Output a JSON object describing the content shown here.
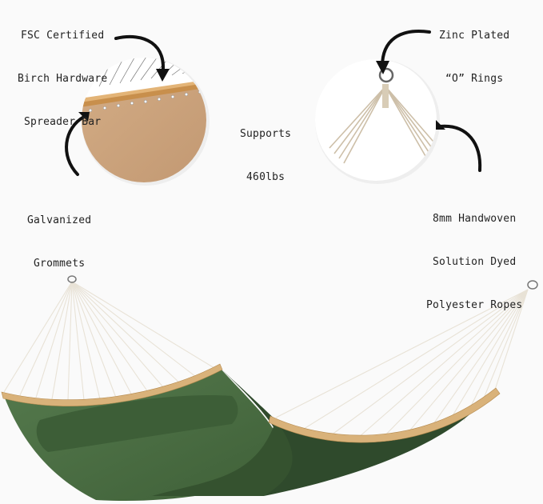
{
  "callouts": {
    "spreader_bar": {
      "line1": "FSC Certified",
      "line2": "Birch Hardware",
      "line3": "Spreader Bar"
    },
    "grommets": {
      "line1": "Galvanized",
      "line2": "Grommets"
    },
    "supports": {
      "line1": "Supports",
      "line2": "460lbs"
    },
    "rings": {
      "line1": "Zinc Plated",
      "line2": "“O” Rings"
    },
    "ropes": {
      "line1": "8mm Handwoven",
      "line2": "Solution Dyed",
      "line3": "Polyester Ropes"
    }
  },
  "colors": {
    "background": "#fafafa",
    "fabric_green": "#4d6b45",
    "fabric_dark": "#2f4a2c",
    "wood": "#d9b27a",
    "rope": "#e8e2d6",
    "detail_fabric": "#c9a27a",
    "arrow": "#111111"
  }
}
